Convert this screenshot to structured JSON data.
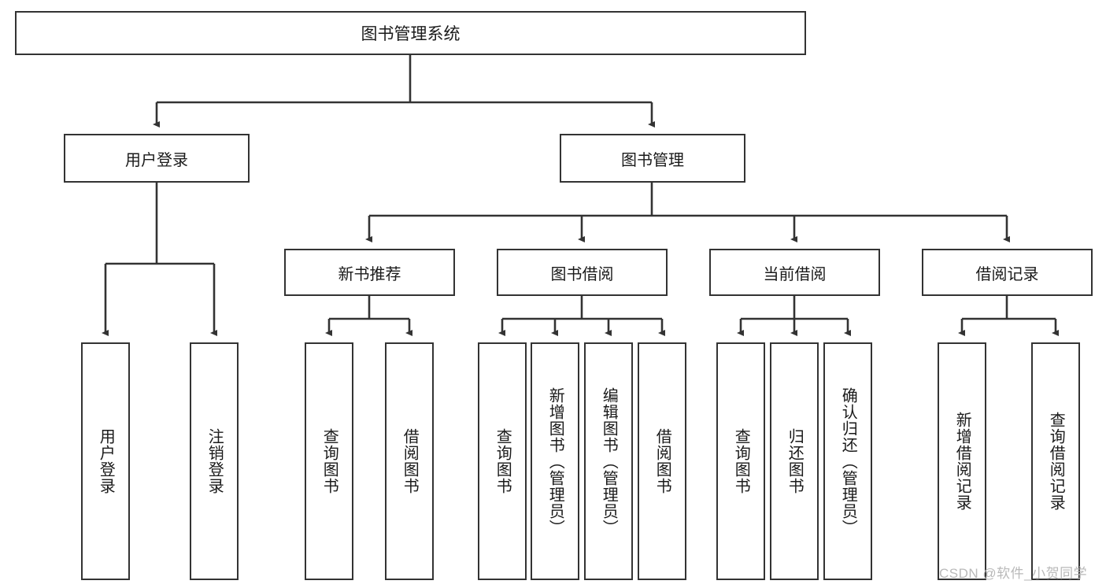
{
  "diagram": {
    "title": "图书管理系统",
    "type": "tree",
    "root": {
      "id": "root",
      "label": "图书管理系统"
    },
    "level1": [
      {
        "id": "user-login",
        "label": "用户登录"
      },
      {
        "id": "book-manage",
        "label": "图书管理"
      }
    ],
    "level2": [
      {
        "id": "new-book-rec",
        "label": "新书推荐",
        "parent": "book-manage"
      },
      {
        "id": "book-borrow",
        "label": "图书借阅",
        "parent": "book-manage"
      },
      {
        "id": "current-borrow",
        "label": "当前借阅",
        "parent": "book-manage"
      },
      {
        "id": "borrow-record",
        "label": "借阅记录",
        "parent": "book-manage"
      }
    ],
    "leaves": [
      {
        "id": "leaf-user-login",
        "label": "用户登录",
        "parent": "user-login"
      },
      {
        "id": "leaf-user-logout",
        "label": "注销登录",
        "parent": "user-login"
      },
      {
        "id": "leaf-rec-query",
        "label": "查询图书",
        "parent": "new-book-rec"
      },
      {
        "id": "leaf-rec-borrow",
        "label": "借阅图书",
        "parent": "new-book-rec"
      },
      {
        "id": "leaf-borrow-query",
        "label": "查询图书",
        "parent": "book-borrow"
      },
      {
        "id": "leaf-borrow-add",
        "label": "新增图书（管理员）",
        "parent": "book-borrow"
      },
      {
        "id": "leaf-borrow-edit",
        "label": "编辑图书（管理员）",
        "parent": "book-borrow"
      },
      {
        "id": "leaf-borrow-lend",
        "label": "借阅图书",
        "parent": "book-borrow"
      },
      {
        "id": "leaf-cur-query",
        "label": "查询图书",
        "parent": "current-borrow"
      },
      {
        "id": "leaf-cur-return",
        "label": "归还图书",
        "parent": "current-borrow"
      },
      {
        "id": "leaf-cur-confirm",
        "label": "确认归还（管理员）",
        "parent": "current-borrow"
      },
      {
        "id": "leaf-rec-add",
        "label": "新增借阅记录",
        "parent": "borrow-record"
      },
      {
        "id": "leaf-rec-query2",
        "label": "查询借阅记录",
        "parent": "borrow-record"
      }
    ]
  },
  "watermark": {
    "text": "CSDN @软件_小贺同学"
  },
  "colors": {
    "box_border": "#333333",
    "box_fill": "#ffffff",
    "edge": "#333333",
    "text": "#1a1a1a",
    "watermark": "#b9b9b9"
  }
}
